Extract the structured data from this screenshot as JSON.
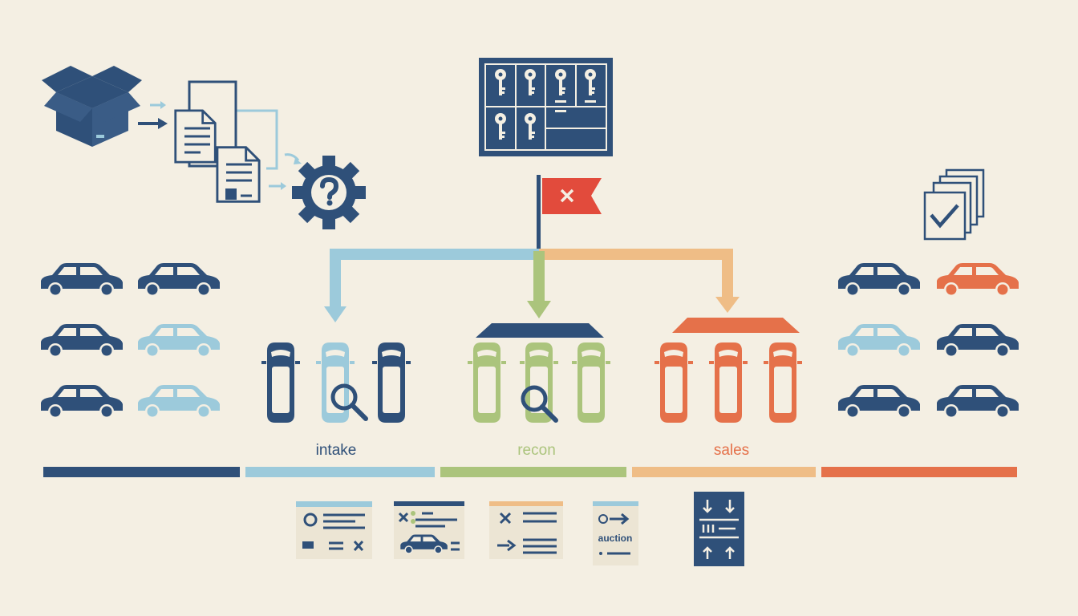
{
  "colors": {
    "navy": "#2f5079",
    "light_blue": "#9ccadb",
    "green": "#abc47c",
    "peach": "#efbd86",
    "orange": "#e5714a",
    "red": "#e24b3c",
    "background": "#f4efe3"
  },
  "stages": [
    {
      "label": "intake",
      "color": "#2f5079"
    },
    {
      "label": "recon",
      "color": "#abc47c"
    },
    {
      "label": "sales",
      "color": "#e5714a"
    }
  ],
  "cards": {
    "auction_label": "auction"
  },
  "icons": [
    "open-box-icon",
    "document-stack-icon",
    "gear-question-icon",
    "key-cabinet-icon",
    "red-flag-x-icon",
    "checklist-stack-icon",
    "car-icon",
    "car-top-view-icon",
    "magnifier-icon",
    "sort-arrows-icon"
  ]
}
